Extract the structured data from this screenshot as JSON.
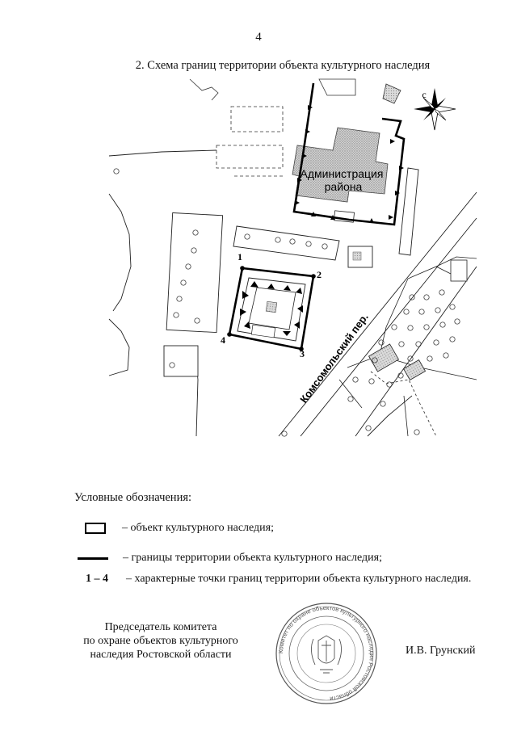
{
  "page_number": "4",
  "title": "2. Схема границ территории объекта культурного наследия",
  "map": {
    "compass_label": "с",
    "building_label_line1": "Администрация",
    "building_label_line2": "района",
    "street_label": "Комсомольский пер.",
    "points": [
      {
        "id": "1",
        "label": "1"
      },
      {
        "id": "2",
        "label": "2"
      },
      {
        "id": "3",
        "label": "3"
      },
      {
        "id": "4",
        "label": "4"
      }
    ]
  },
  "legend": {
    "heading": "Условные обозначения:",
    "items": [
      {
        "symbol": "box",
        "text": "– объект культурного наследия;"
      },
      {
        "symbol": "line",
        "text": "– границы территории объекта культурного наследия;"
      },
      {
        "symbol": "1 – 4",
        "text": "– характерные точки границ территории объекта культурного наследия."
      }
    ]
  },
  "signature": {
    "line1": "Председатель комитета",
    "line2": "по охране объектов культурного",
    "line3": "наследия Ростовской области",
    "signer": "И.В. Грунский"
  },
  "seal": {
    "outer_text": "Комитет по охране объектов культурного наследия Ростовской области"
  }
}
